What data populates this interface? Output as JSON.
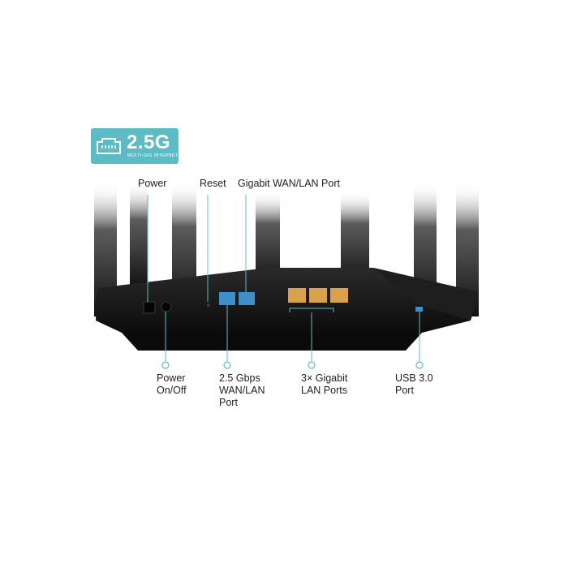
{
  "badge": {
    "title": "2.5G",
    "subtitle": "MULTI-GIG INTERNET",
    "icon": "ethernet-port-icon",
    "color": "#5bbcc6"
  },
  "top_labels": {
    "power": "Power",
    "reset": "Reset",
    "gigabit_wan_lan": "Gigabit WAN/LAN Port"
  },
  "bottom_labels": {
    "power_onoff": "Power\nOn/Off",
    "wan_2_5": "2.5 Gbps\nWAN/LAN\nPort",
    "lan_ports": "3× Gigabit\nLAN Ports",
    "usb": "USB 3.0\nPort"
  },
  "colors": {
    "callout": "#5bbcc6",
    "router": "#141414",
    "blue_port": "#3d8fc9",
    "yellow_port": "#d9a14a"
  }
}
